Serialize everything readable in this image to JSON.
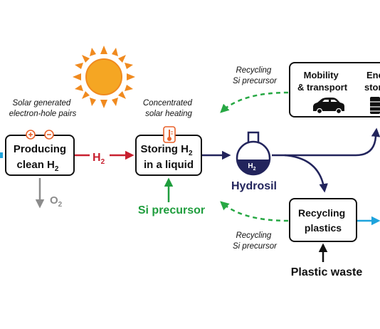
{
  "colors": {
    "navy": "#22245c",
    "red": "#c8202f",
    "green": "#1f9d3d",
    "green_dashed": "#27a844",
    "gray": "#8c8c8c",
    "blue": "#1ea3dc",
    "orange": "#e8612a",
    "sun": "#f5a623",
    "sun_ray": "#f08a1f",
    "text": "#111111"
  },
  "icons": {
    "sun": "sun-icon",
    "charge_pair": "charge-pair-icon",
    "thermometer": "thermometer-icon",
    "flask": "flask-icon",
    "car": "car-icon",
    "battery": "battery-icon"
  },
  "boxes": {
    "producing": {
      "line1": "Producing",
      "line2_main": "clean H",
      "line2_sub": "2"
    },
    "storing": {
      "line1_main": "Storing H",
      "line1_sub": "2",
      "line2": "in a liquid"
    },
    "recycling_plastics": {
      "line1": "Recycling",
      "line2": "plastics"
    },
    "mobility": {
      "line1": "Mobility",
      "line2": "& transport"
    },
    "energy": {
      "line1": "Ene",
      "line2": "stor"
    }
  },
  "captions": {
    "solar_pairs": {
      "line1": "Solar generated",
      "line2": "electron-hole pairs"
    },
    "concentrated": {
      "line1": "Concentrated",
      "line2": "solar heating"
    },
    "recycling_top": {
      "line1": "Recycling",
      "line2": "Si precursor"
    },
    "recycling_bottom": {
      "line1": "Recycling",
      "line2": "Si precursor"
    }
  },
  "labels": {
    "h2_main": "H",
    "h2_sub": "2",
    "o2_main": "O",
    "o2_sub": "2",
    "si_precursor": "Si precursor",
    "hydrosil": "Hydrosil",
    "flask_main": "H",
    "flask_sub": "2",
    "plastic_waste": "Plastic waste"
  }
}
